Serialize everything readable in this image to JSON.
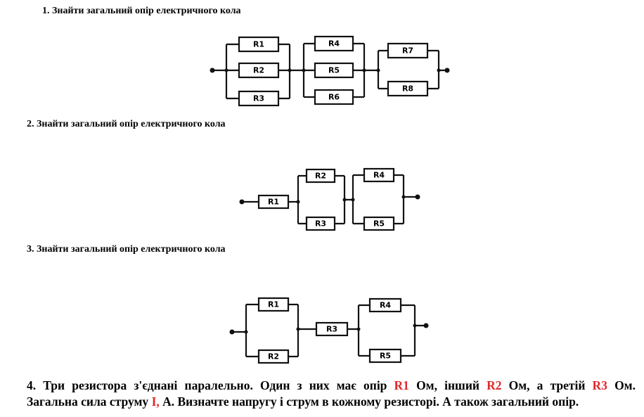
{
  "tasks": [
    {
      "title": "1.  Знайти загальний опір електричного кола",
      "resistors": [
        "R1",
        "R2",
        "R3",
        "R4",
        "R5",
        "R6",
        "R7",
        "R8"
      ]
    },
    {
      "title": "2. Знайти загальний опір електричного кола",
      "resistors": [
        "R1",
        "R2",
        "R3",
        "R4",
        "R5"
      ]
    },
    {
      "title": "3. Знайти загальний опір електричного кола",
      "resistors": [
        "R1",
        "R2",
        "R3",
        "R4",
        "R5"
      ]
    }
  ],
  "task4": {
    "l1_a": "4. Три резистора з'єднані паралельно. Один з них має опір ",
    "r1": "R1",
    "l1_b": " Ом, інший ",
    "r2": "R2",
    "l1_c": " Ом, а третій ",
    "r3": "R3",
    "l1_d": " Ом.",
    "l2_a": "Загальна сила струму ",
    "i": "I,",
    "l2_b": " А. Визначте напругу і струм в кожному резисторі. А також загальний опір."
  }
}
